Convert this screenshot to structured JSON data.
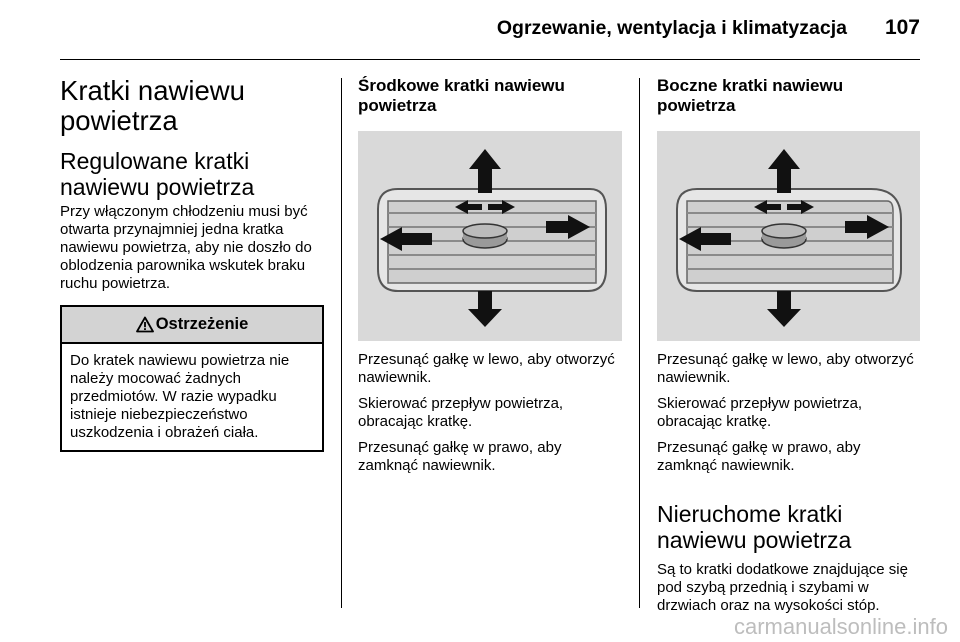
{
  "header": {
    "running_title": "Ogrzewanie, wentylacja i klimatyzacja",
    "page_number": "107"
  },
  "col1": {
    "title": "Kratki nawiewu powietrza",
    "subtitle": "Regulowane kratki nawiewu powietrza",
    "intro": "Przy włączonym chłodzeniu musi być otwarta przynajmniej jedna kratka nawiewu powietrza, aby nie doszło do oblodzenia parownika wskutek braku ruchu powietrza.",
    "warning": {
      "label": "Ostrzeżenie",
      "text": "Do kratek nawiewu powietrza nie należy mocować żadnych przedmiotów. W razie wypadku istnieje niebezpieczeństwo uszkodzenia i obrażeń ciała."
    }
  },
  "col2": {
    "heading": "Środkowe kratki nawiewu powietrza",
    "p1": "Przesunąć gałkę w lewo, aby otworzyć nawiewnik.",
    "p2": "Skierować przepływ powietrza, obracając kratkę.",
    "p3": "Przesunąć gałkę w prawo, aby zamknąć nawiewnik."
  },
  "col3": {
    "heading": "Boczne kratki nawiewu powietrza",
    "p1": "Przesunąć gałkę w lewo, aby otworzyć nawiewnik.",
    "p2": "Skierować przepływ powietrza, obracając kratkę.",
    "p3": "Przesunąć gałkę w prawo, aby zamknąć nawiewnik.",
    "subheading": "Nieruchome kratki nawiewu powietrza",
    "p4": "Są to kratki dodatkowe znajdujące się pod szybą przednią i szybami w drzwiach oraz na wysokości stóp."
  },
  "icons": {
    "warning": "warning-triangle-icon",
    "vent_illustration": "air-vent-illustration"
  },
  "watermark": "carmanualsonline.info"
}
